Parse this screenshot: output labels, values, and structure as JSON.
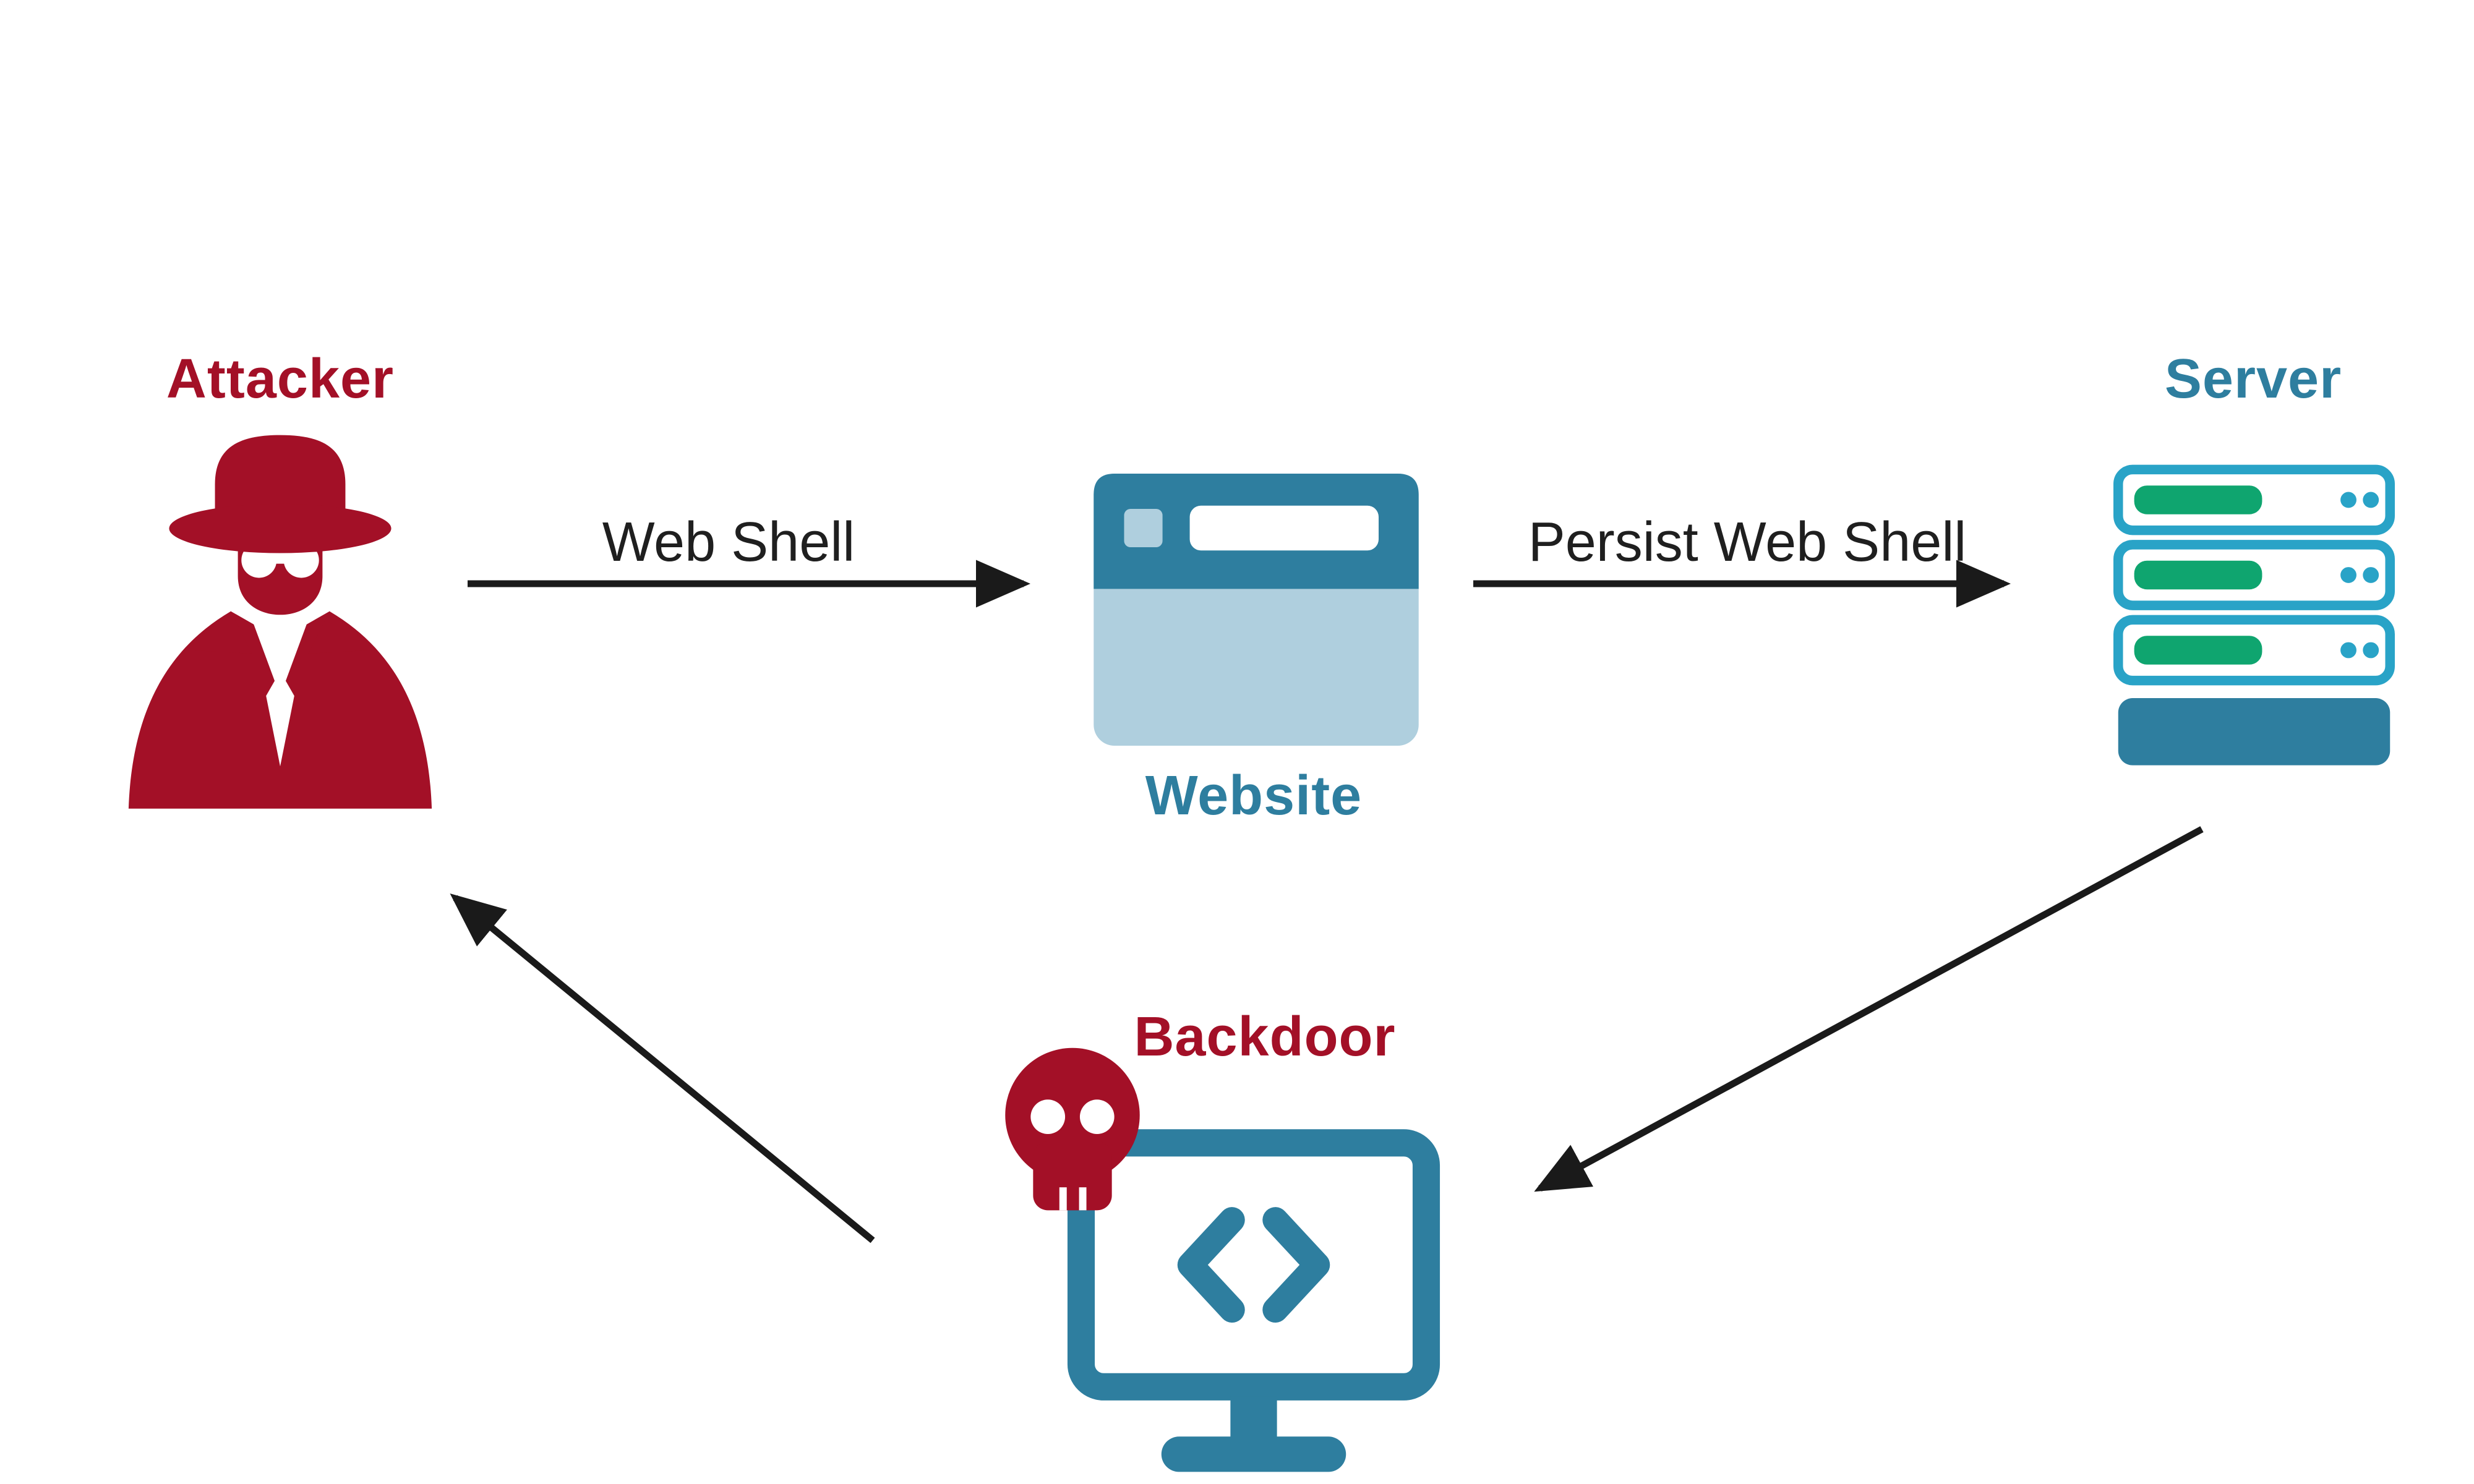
{
  "diagram": {
    "nodes": {
      "attacker": {
        "label": "Attacker",
        "color": "#A31027",
        "icon": "spy-icon"
      },
      "website": {
        "label": "Website",
        "color": "#2E7E9F",
        "icon": "browser-window-icon"
      },
      "server": {
        "label": "Server",
        "color": "#2E7E9F",
        "icon": "server-rack-icon"
      },
      "backdoor": {
        "label": "Backdoor",
        "color": "#A31027",
        "icon": "monitor-code-icon + skull-icon"
      }
    },
    "edges": {
      "attacker_to_website": {
        "from": "attacker",
        "to": "website",
        "label": "Web Shell"
      },
      "website_to_server": {
        "from": "website",
        "to": "server",
        "label": "Persist Web Shell"
      },
      "server_to_backdoor": {
        "from": "server",
        "to": "backdoor",
        "label": ""
      },
      "backdoor_to_attacker": {
        "from": "backdoor",
        "to": "attacker",
        "label": ""
      }
    },
    "colors": {
      "attacker_red": "#A31027",
      "teal": "#2E7E9F",
      "light_blue": "#AFCFDE",
      "server_outline_teal": "#29A3C7",
      "green": "#0FA56F",
      "arrow_black": "#1A1A1A",
      "background": "#FFFFFF"
    }
  }
}
